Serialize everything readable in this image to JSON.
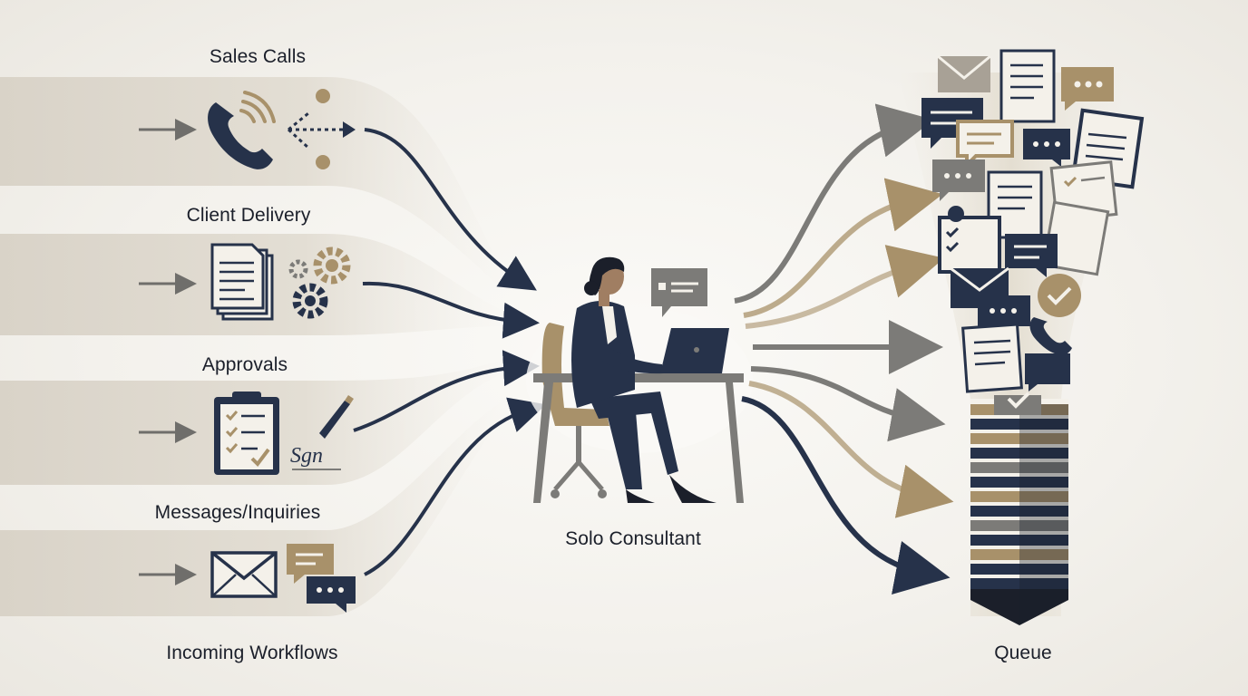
{
  "workflows": [
    {
      "label": "Sales Calls",
      "icon": "phone-icon"
    },
    {
      "label": "Client Delivery",
      "icon": "documents-gears-icon"
    },
    {
      "label": "Approvals",
      "icon": "clipboard-signature-icon"
    },
    {
      "label": "Messages/Inquiries",
      "icon": "envelope-chat-icon"
    }
  ],
  "labels": {
    "incoming": "Incoming Workflows",
    "consultant": "Solo Consultant",
    "queue": "Queue",
    "signature": "Sgn"
  },
  "colors": {
    "navy": "#26324a",
    "tan": "#a8916a",
    "gray": "#7c7b78",
    "band": "#dcd6cb",
    "paper": "#f4f1ea"
  }
}
